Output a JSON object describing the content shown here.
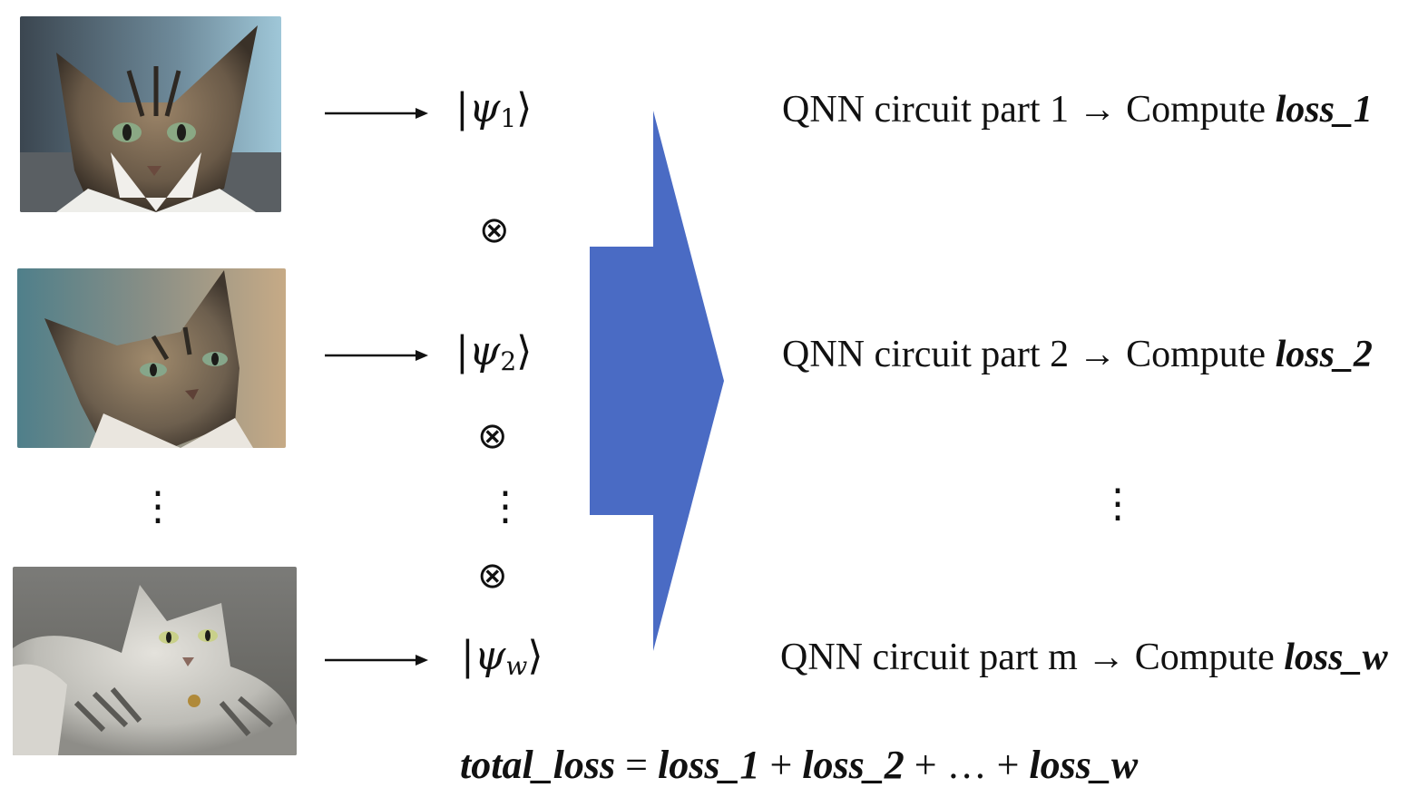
{
  "images": [
    {
      "description_name": "cat-photo-1"
    },
    {
      "description_name": "cat-photo-2"
    },
    {
      "description_name": "cat-photo-3"
    }
  ],
  "states": [
    {
      "symbol": "ψ",
      "subscript": "1"
    },
    {
      "symbol": "ψ",
      "subscript": "2"
    },
    {
      "symbol": "ψ",
      "subscript": "w"
    }
  ],
  "tensor_symbol": "⊗",
  "vdots": "⋮",
  "parts": [
    {
      "prefix": "QNN circuit part 1 → Compute ",
      "loss": "loss_1"
    },
    {
      "prefix": "QNN circuit part 2 → Compute ",
      "loss": "loss_2"
    },
    {
      "prefix": "QNN circuit part m → Compute ",
      "loss": "loss_w"
    }
  ],
  "total": {
    "lhs": "total_loss",
    "eq": " = ",
    "t1": "loss_1",
    "plus1": " + ",
    "t2": "loss_2",
    "plus2": " + … + ",
    "t3": "loss_w"
  },
  "colors": {
    "big_arrow": "#4a6bc4",
    "text": "#111111"
  }
}
